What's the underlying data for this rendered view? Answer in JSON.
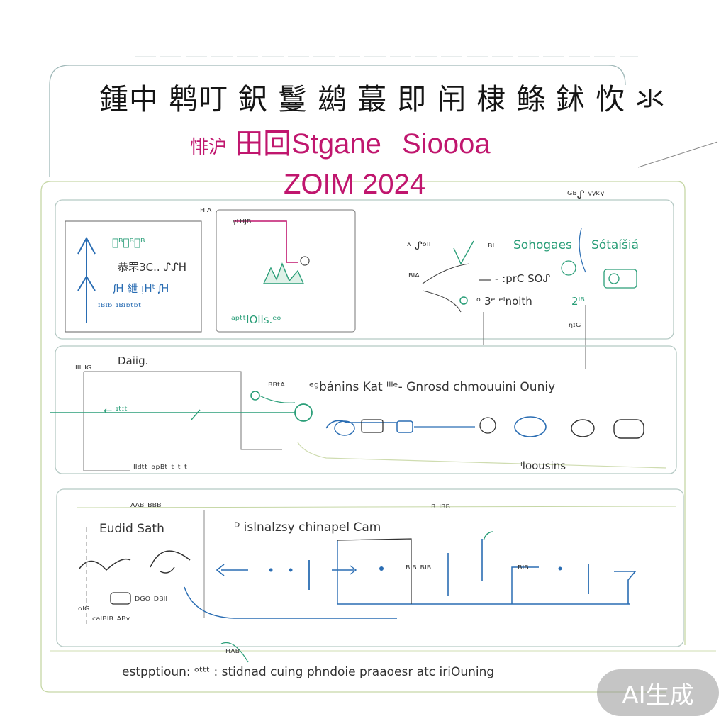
{
  "header": {
    "title": "鍾中 鹎叮 鈬 鬘 鹚 蕞 即 闬 棣 鲦 鉥 忺 氺",
    "subtitle_prefix": "悱沪",
    "subtitle_box": "田回",
    "subtitle_main": "Stgane",
    "subtitle_suffix": "Sioooa",
    "year_prefix": "ZOIM",
    "year": "2024"
  },
  "panel_top": {
    "left_box": {
      "line1": "᪼ᴮ᪼ᴮ᪼ᴮ",
      "line2": "恭罘ЗC.. ᔑᔑᕼ",
      "line3": "ᶘᕼ 紲 ᴉᕼᵗ ᶘᕼ",
      "line4": "ᶦᴮᶦᵇ ᶦᴮᶦᵇᵗᵇᵗ"
    },
    "mid_box": {
      "tag_left": "ᴴᴵᴬ",
      "tag_top": "ᵞᵗᴴᴶᴮ",
      "caption": "ᵃᵖᵗᵗIOlls.ᵉᵒ"
    },
    "right": {
      "label_a": "ᶺ ᔑᵒᴵᴵ",
      "label_b": "ᴮᴵᴬ",
      "label_c": "ᴮᴵ",
      "solo_label": "Sohogaes",
      "solo_label2": "Sótaíšiá",
      "cpu_label": "- :prC SOᔑ",
      "grad_label": "ᵒ 3ᵉ ᵉᴵnoith",
      "num_label": "2ᴵᴮ",
      "top_right": "ᴳᴮᔑ ᵞᵞᵏᵞ",
      "bottom_right": "ᵑᶦᴳ"
    }
  },
  "panel_mid": {
    "heading": "Daiig.",
    "left_tag": "ᴵᴵᴵ ᴵᴳ",
    "arrow_label": "← ᶦᵗᶦᵗ",
    "desc_prefix": "ᴮᴮᵗᴬ",
    "desc": "ᵉᵍbánins Kat ᴵᴵᴵᵉ- Gnrosd chmouuini Ouniy",
    "bottom_left": "ᴵᴵᵈᵗᵗ ᵒᵖᴮᵗ ᵗ ᵗ ᵗ",
    "bottom_right": "ᴵloousins"
  },
  "panel_bottom": {
    "tag_top": "ᴬᴬᴮ ᴮᴮᴮ",
    "tag_right": "ᴮ ᴵᴮᴮ",
    "item_left": "Eudid Sath",
    "item_mid": "ᴰ islnalzsy chinapel Cam",
    "code_label": "ᴰᴳᴼ ᴰᴮᴵᴵ",
    "small_label": "ᵒᴵᴳ",
    "foot_label": "ᶜᵃᴵᴮᴵᴮ ᴬᴮᵞ",
    "seq1": "ᴮᴵᴮ ᴮᴵᴮ",
    "seq2": "ᴮᴵᴮ"
  },
  "footer": {
    "caption": "estpptioun: ᵒᵗᵗᵗ : stidnad cuing phndoie praaoesr atc iriOuning",
    "corner": "ᴴᴬᴮ"
  },
  "watermark": "AI生成",
  "colors": {
    "title": "#151515",
    "accent_pink": "#c0166e",
    "accent_green": "#2a9e78",
    "accent_blue": "#2a6db3",
    "frame": "#a9c9bf"
  }
}
